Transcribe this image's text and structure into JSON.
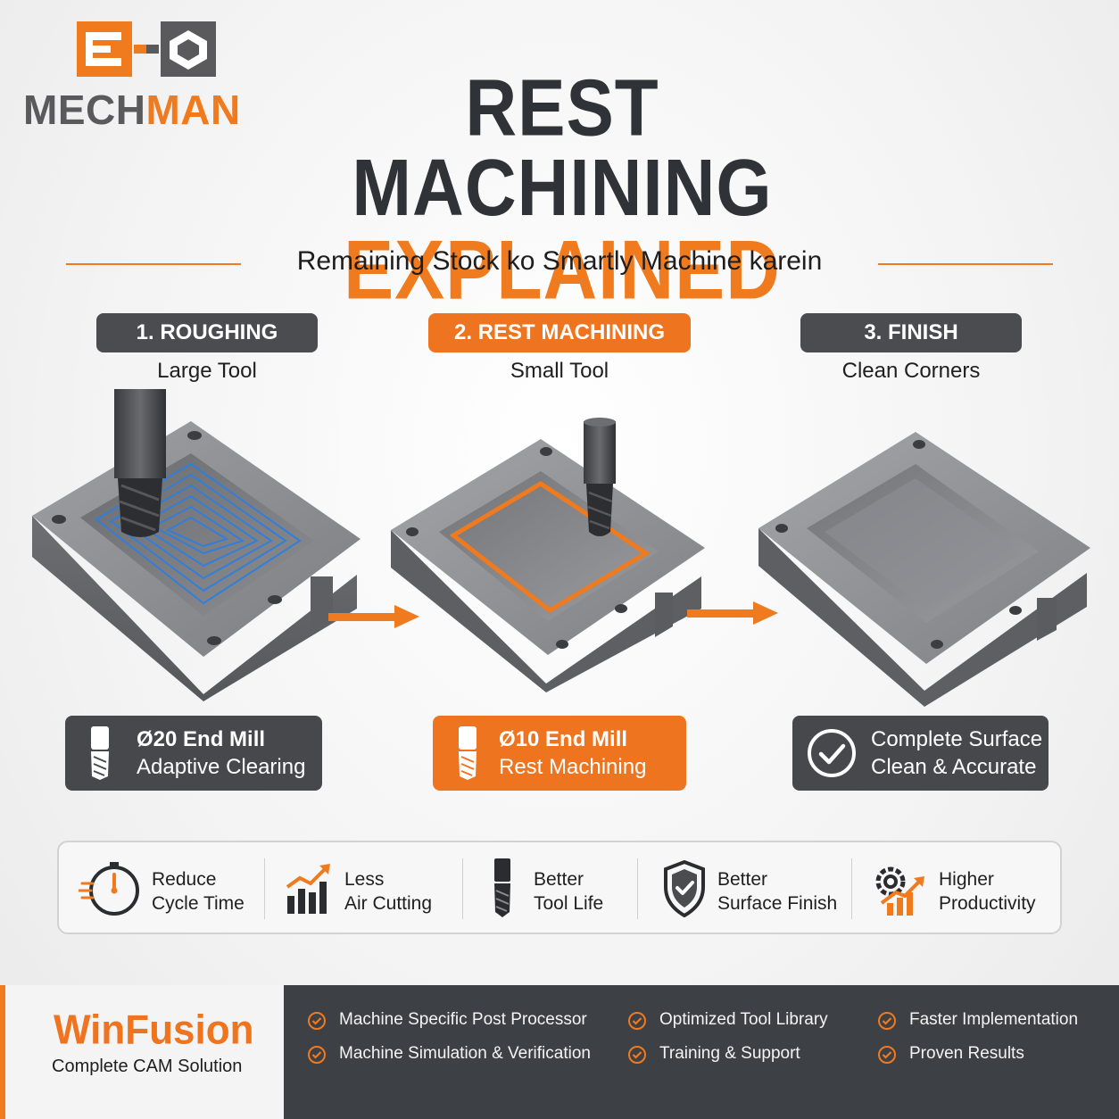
{
  "logo": {
    "word_part1": "MECH",
    "word_part2": "MAN",
    "brand_color": "#f07a1e",
    "gray": "#5a5a5c"
  },
  "title": {
    "line1": "REST MACHINING",
    "line2": "EXPLAINED",
    "subtitle": "Remaining Stock ko Smartly Machine karein"
  },
  "steps": [
    {
      "label": "1. ROUGHING",
      "sub": "Large Tool"
    },
    {
      "label": "2. REST MACHINING",
      "sub": "Small Tool"
    },
    {
      "label": "3. FINISH",
      "sub": "Clean Corners"
    }
  ],
  "cards": [
    {
      "line1": "Ø20 End Mill",
      "line2": "Adaptive Clearing",
      "icon": "end-mill-icon"
    },
    {
      "line1": "Ø10 End Mill",
      "line2": "Rest Machining",
      "icon": "end-mill-icon"
    },
    {
      "line1": "Complete Surface",
      "line2": "Clean & Accurate",
      "icon": "check-circle-icon"
    }
  ],
  "benefits": [
    {
      "line1": "Reduce",
      "line2": "Cycle Time",
      "icon": "stopwatch-icon"
    },
    {
      "line1": "Less",
      "line2": "Air Cutting",
      "icon": "bar-chart-up-icon"
    },
    {
      "line1": "Better",
      "line2": "Tool Life",
      "icon": "end-mill-icon"
    },
    {
      "line1": "Better",
      "line2": "Surface Finish",
      "icon": "shield-check-icon"
    },
    {
      "line1": "Higher",
      "line2": "Productivity",
      "icon": "gear-chart-icon"
    }
  ],
  "footer": {
    "brand": "WinFusion",
    "brand_sub": "Complete CAM Solution",
    "features": [
      "Machine Specific Post Processor",
      "Optimized Tool Library",
      "Faster Implementation",
      "Machine Simulation & Verification",
      "Training & Support",
      "Proven Results"
    ]
  },
  "colors": {
    "orange": "#f07a1e",
    "dark": "#46484c",
    "toolpath_blue": "#2e7fe0"
  }
}
